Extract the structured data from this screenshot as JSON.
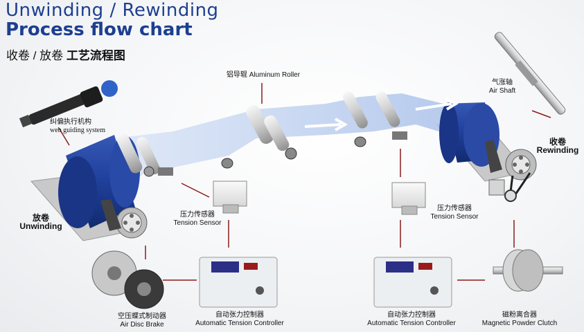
{
  "title": {
    "line1": "Unwinding / Rewinding",
    "line2": "Process flow chart",
    "line3_prefix": "收卷 / 放卷",
    "line3_bold": "工艺流程图"
  },
  "labels": {
    "aluminum_roller_cn": "铝导辊",
    "aluminum_roller_en": "Aluminum Roller",
    "air_shaft_cn": "气涨轴",
    "air_shaft_en": "Air Shaft",
    "web_guide_cn": "纠偏执行机构",
    "web_guide_en": "web guiding system",
    "rewinding_cn": "收卷",
    "rewinding_en": "Rewinding",
    "unwinding_cn": "放卷",
    "unwinding_en": "Unwinding",
    "tension_sensor_left_cn": "压力传感器",
    "tension_sensor_left_en": "Tension Sensor",
    "tension_sensor_right_cn": "压力传感器",
    "tension_sensor_right_en": "Tension Sensor",
    "air_brake_cn": "空压蝶式制动器",
    "air_brake_en": "Air Disc Brake",
    "controller_left_cn": "自动张力控制器",
    "controller_left_en": "Automatic Tension Controller",
    "controller_right_cn": "自动张力控制器",
    "controller_right_en": "Automatic Tension Controller",
    "clutch_cn": "磁粉离合器",
    "clutch_en": "Magnetic Powder Clutch"
  },
  "colors": {
    "title_blue": "#1c3f8f",
    "roll_blue": "#1f3f9a",
    "web_blue": "#cfdcf2",
    "connector_red": "#8b1a1a"
  },
  "icons": [
    "web-guide-actuator-icon",
    "aluminum-roller-icon",
    "air-shaft-icon",
    "tension-sensor-icon",
    "tension-controller-icon",
    "air-disc-brake-icon",
    "magnetic-powder-clutch-icon",
    "flow-arrow-icon"
  ]
}
